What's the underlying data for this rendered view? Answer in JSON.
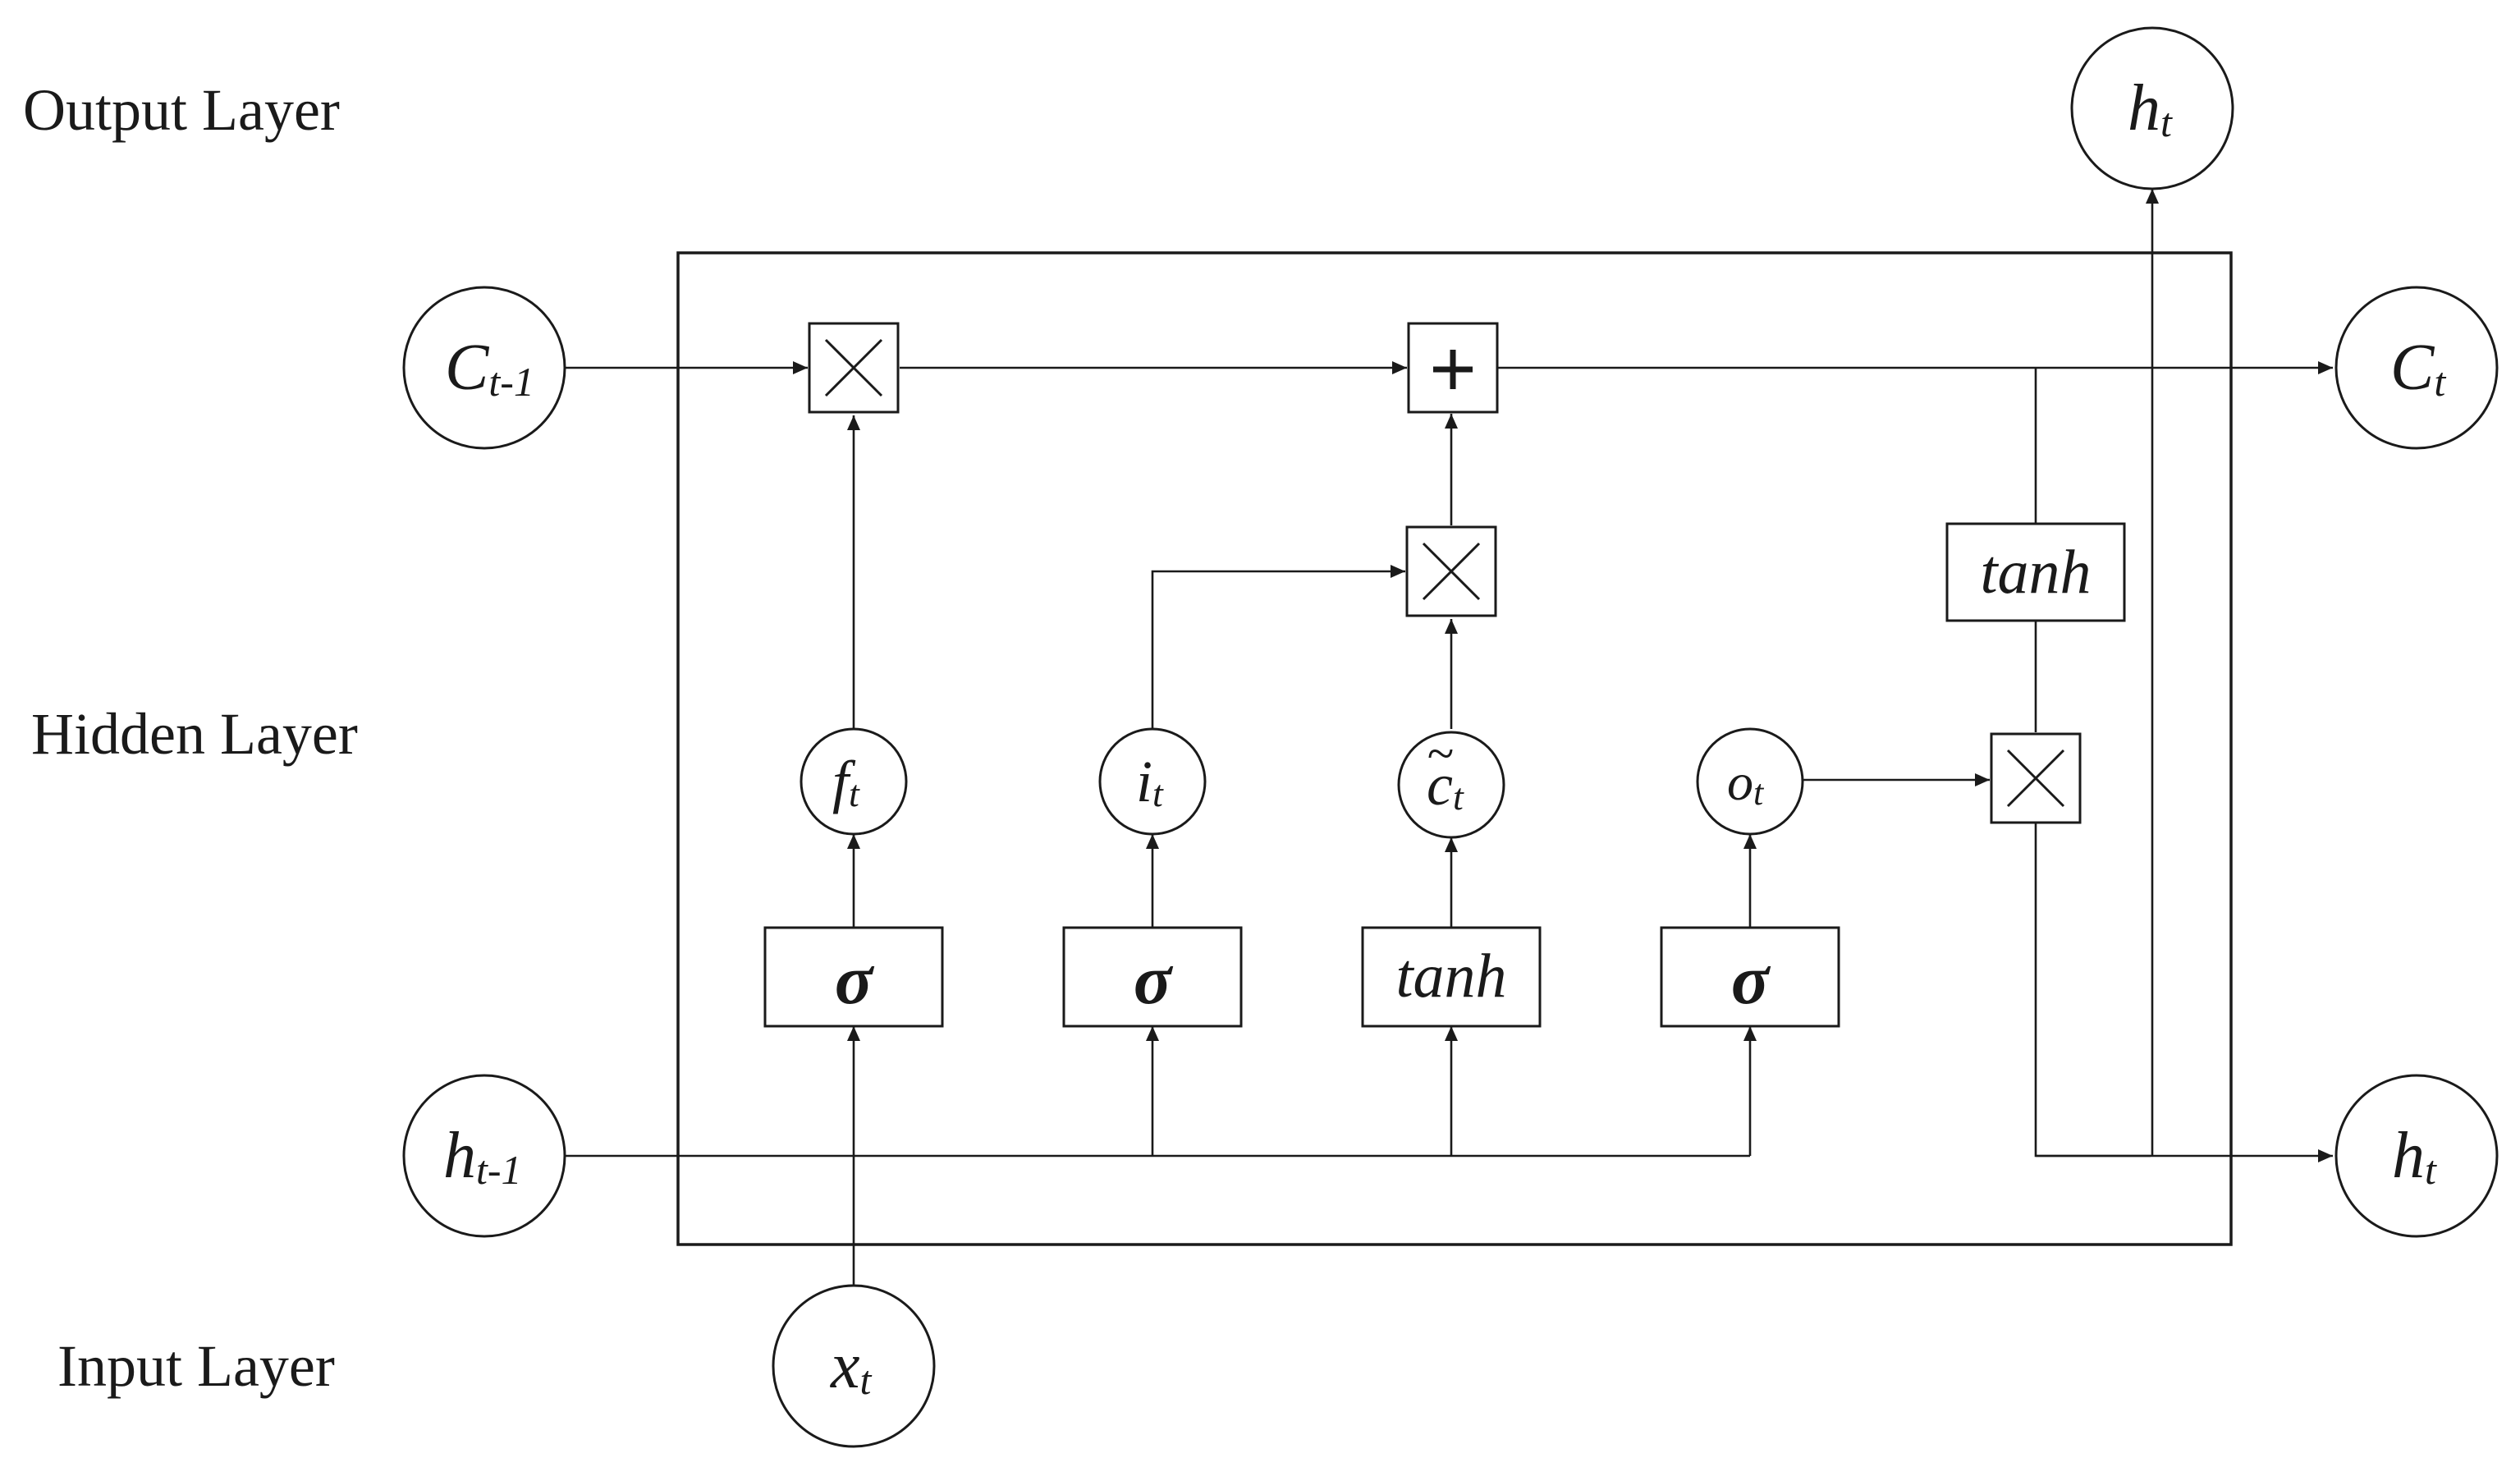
{
  "layers": {
    "output": "Output Layer",
    "hidden": "Hidden Layer",
    "input": "Input Layer"
  },
  "nodes": {
    "c_prev": {
      "base": "C",
      "sub": "t-1"
    },
    "h_prev": {
      "base": "h",
      "sub": "t-1"
    },
    "x_t": {
      "base": "x",
      "sub": "t"
    },
    "c_t": {
      "base": "C",
      "sub": "t"
    },
    "h_t_right": {
      "base": "h",
      "sub": "t"
    },
    "h_t_top": {
      "base": "h",
      "sub": "t"
    },
    "f_t": {
      "base": "f",
      "sub": "t"
    },
    "i_t": {
      "base": "i",
      "sub": "t"
    },
    "c_tilde": {
      "base": "c",
      "accent": "~",
      "sub": "t"
    },
    "o_t": {
      "base": "o",
      "sub": "t"
    }
  },
  "gates": {
    "forget_activation": "σ",
    "input_activation": "σ",
    "candidate_activation": "tanh",
    "output_activation": "σ",
    "cell_tanh": "tanh"
  },
  "operators": {
    "multiply": "×",
    "add": "+"
  }
}
